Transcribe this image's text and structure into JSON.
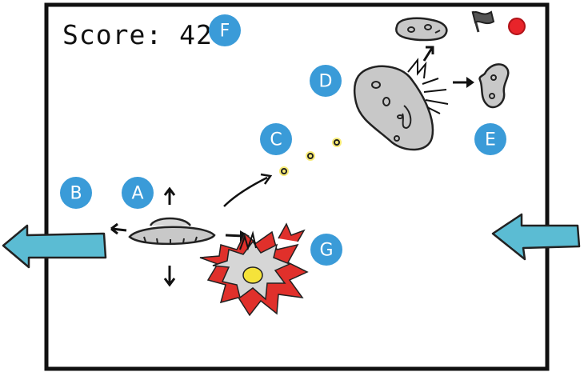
{
  "hud": {
    "score_label": "Score: 42"
  },
  "badges": {
    "a": "A",
    "b": "B",
    "c": "C",
    "d": "D",
    "e": "E",
    "f": "F",
    "g": "G"
  },
  "icons": {
    "pause": "flag-icon",
    "stop": "stop-icon"
  },
  "colors": {
    "badge_blue": "#3a9bd8",
    "arrow_blue": "#5bbcd3",
    "asteroid_grey": "#c8c8c8",
    "explosion_red": "#e0302b",
    "explosion_yellow": "#f5e33a",
    "stop_red": "#e8242a"
  }
}
